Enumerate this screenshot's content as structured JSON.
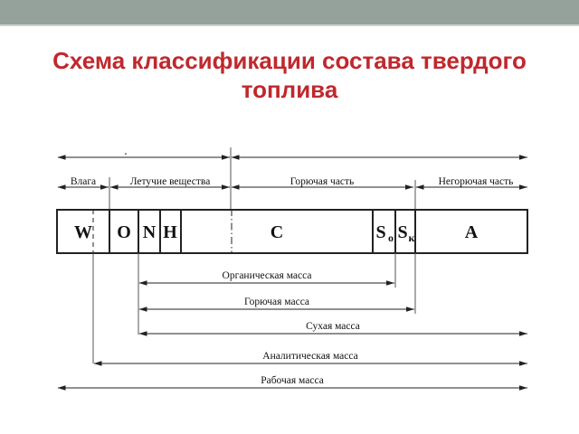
{
  "title": "Схема классификации состава твердого топлива",
  "diagram": {
    "top_mark": ".",
    "top_spans": {
      "vlaga": "Влага",
      "letuchie": "Летучие вещества",
      "goryuchaya": "Горючая часть",
      "negoryuchaya": "Негорючая часть"
    },
    "cells": {
      "w": "W",
      "o": "O",
      "n": "N",
      "h": "H",
      "c": "C",
      "s_org": "S",
      "s_org_sub": "о",
      "s_kol": "S",
      "s_kol_sub": "к",
      "a": "A"
    },
    "masses": {
      "organic": "Органическая масса",
      "combustible": "Горючая масса",
      "dry": "Сухая масса",
      "analytical": "Аналитическая масса",
      "working": "Рабочая масса"
    }
  },
  "colors": {
    "header_bar": "#94a29b",
    "title_text": "#c0282d",
    "line": "#222222"
  }
}
